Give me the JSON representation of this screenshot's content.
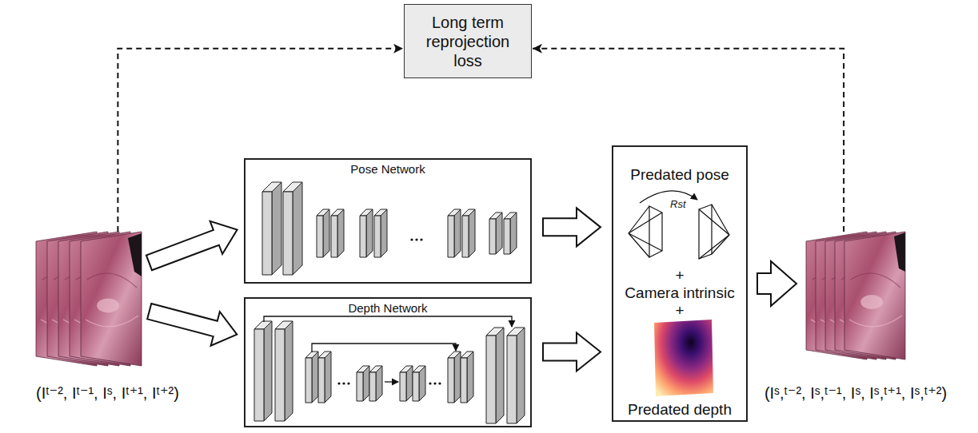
{
  "diagram": {
    "nodes": [
      {
        "text": [
          "Long term reprojection loss"
        ]
      },
      {
        "text": [
          "(Iᵗ⁻², Iᵗ⁻¹, Iˢ, Iᵗ⁺¹, Iᵗ⁺²)"
        ]
      },
      {
        "text": [
          "Pose Network"
        ]
      },
      {
        "text": [
          "Depth Network"
        ]
      },
      {
        "text": [
          "Predated pose",
          "+",
          "Camera intrinsic",
          "+",
          "Predated depth"
        ]
      },
      {
        "text": [
          "(Iˢ,ᵗ⁻², Iˢ,ᵗ⁻¹, Iˢ, Iˢ,ᵗ⁺¹, Iˢ,ᵗ⁺²)"
        ]
      }
    ],
    "edges": [
      {
        "from": 1,
        "to": 2,
        "arrow": "to"
      },
      {
        "from": 1,
        "to": 3,
        "arrow": "to"
      },
      {
        "from": 2,
        "to": 4,
        "arrow": "to"
      },
      {
        "from": 3,
        "to": 4,
        "arrow": "to"
      },
      {
        "from": 4,
        "to": 5,
        "arrow": "to"
      },
      {
        "from": 1,
        "to": 0,
        "arrow": "to"
      },
      {
        "from": 5,
        "to": 0,
        "arrow": "to"
      }
    ],
    "labels": [
      "Rst"
    ]
  }
}
